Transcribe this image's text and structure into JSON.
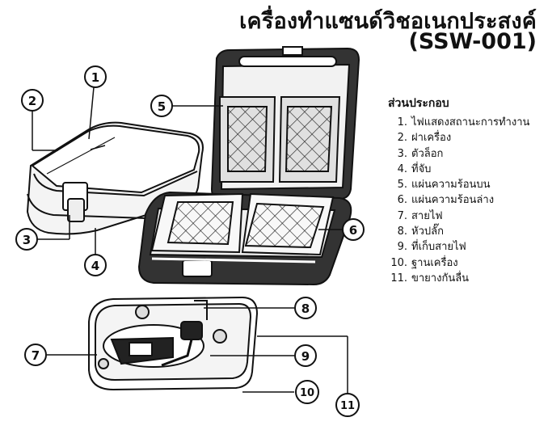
{
  "title": {
    "line1": "เครื่องทำแซนด์วิชอเนกประสงค์",
    "line2": "(SSW-001)"
  },
  "parts": {
    "heading": "ส่วนประกอบ",
    "items": [
      {
        "num": "1.",
        "label": "ไฟแสดงสถานะการทำงาน"
      },
      {
        "num": "2.",
        "label": "ฝาเครื่อง"
      },
      {
        "num": "3.",
        "label": "ตัวล็อก"
      },
      {
        "num": "4.",
        "label": "ที่จับ"
      },
      {
        "num": "5.",
        "label": "แผ่นความร้อนบน"
      },
      {
        "num": "6.",
        "label": "แผ่นความร้อนล่าง"
      },
      {
        "num": "7.",
        "label": "สายไฟ"
      },
      {
        "num": "8.",
        "label": "หัวปลั๊ก"
      },
      {
        "num": "9.",
        "label": "ที่เก็บสายไฟ"
      },
      {
        "num": "10.",
        "label": "ฐานเครื่อง"
      },
      {
        "num": "11.",
        "label": "ขายางกันลื่น"
      }
    ]
  },
  "callouts": [
    "1",
    "2",
    "3",
    "4",
    "5",
    "6",
    "7",
    "8",
    "9",
    "10",
    "11"
  ]
}
